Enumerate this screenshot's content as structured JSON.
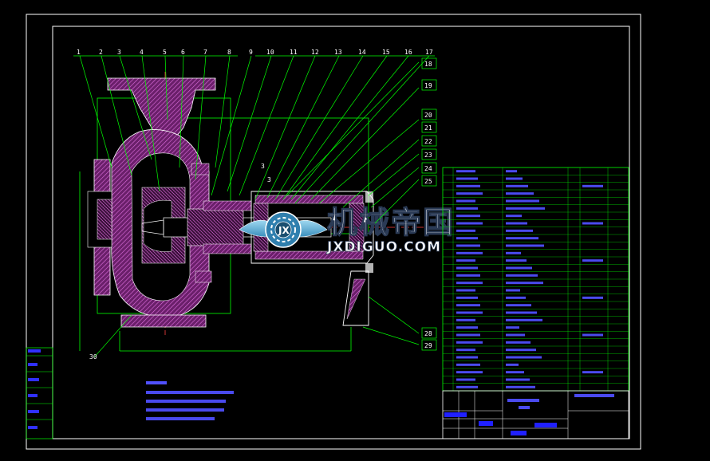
{
  "drawing": {
    "callouts_top": [
      "1",
      "2",
      "3",
      "4",
      "5",
      "6",
      "7",
      "8",
      "9",
      "10",
      "11",
      "12",
      "13",
      "14",
      "15",
      "16",
      "17"
    ],
    "callouts_right": [
      "18",
      "19",
      "20",
      "21",
      "22",
      "23",
      "24",
      "25"
    ],
    "callouts_bottom_right": [
      "28",
      "29"
    ],
    "callout_left": "30",
    "section_mark_a": "3",
    "section_mark_b": "3"
  },
  "watermark": {
    "cn": "机械帝国",
    "en": "JXDIGUO.COM"
  },
  "colors": {
    "background": "#000000",
    "frame": "#ffffff",
    "leader": "#00ff00",
    "section_hatch": "#c040c0",
    "table": "#00ff00",
    "table_text": "#d8d8ff",
    "title_block": "#0000ff"
  },
  "icons": [
    "gear-wings-logo-icon"
  ]
}
